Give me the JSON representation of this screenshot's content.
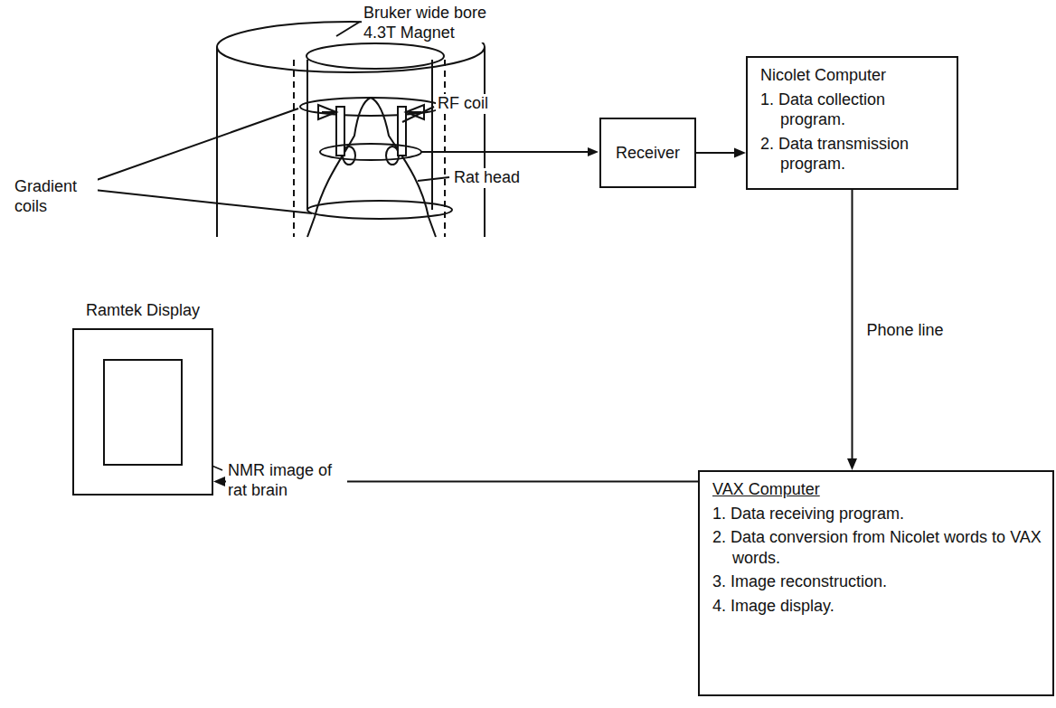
{
  "diagram": {
    "nodes": [
      {
        "text": [
          "Receiver"
        ]
      },
      {
        "text": [
          "Nicolet Computer",
          "1. Data collection program.",
          "2. Data transmission program."
        ]
      },
      {
        "text": [
          "VAX Computer",
          "1. Data receiving program.",
          "2. Data conversion from Nicolet words to VAX words.",
          "3. Image reconstruction.",
          "4. Image display."
        ]
      },
      {
        "text": [
          "Ramtek Display"
        ]
      }
    ],
    "edges": [
      {
        "from": 0,
        "to": 1,
        "arrow": "to"
      },
      {
        "from": 1,
        "to": 2,
        "label": "Phone line",
        "arrow": "to"
      },
      {
        "from": 2,
        "to": 3,
        "arrow": "to"
      }
    ],
    "labels": [
      "Bruker wide bore 4.3T Magnet",
      "Gradient coils",
      "RF coil",
      "Rat head",
      "NMR image of rat brain"
    ]
  }
}
